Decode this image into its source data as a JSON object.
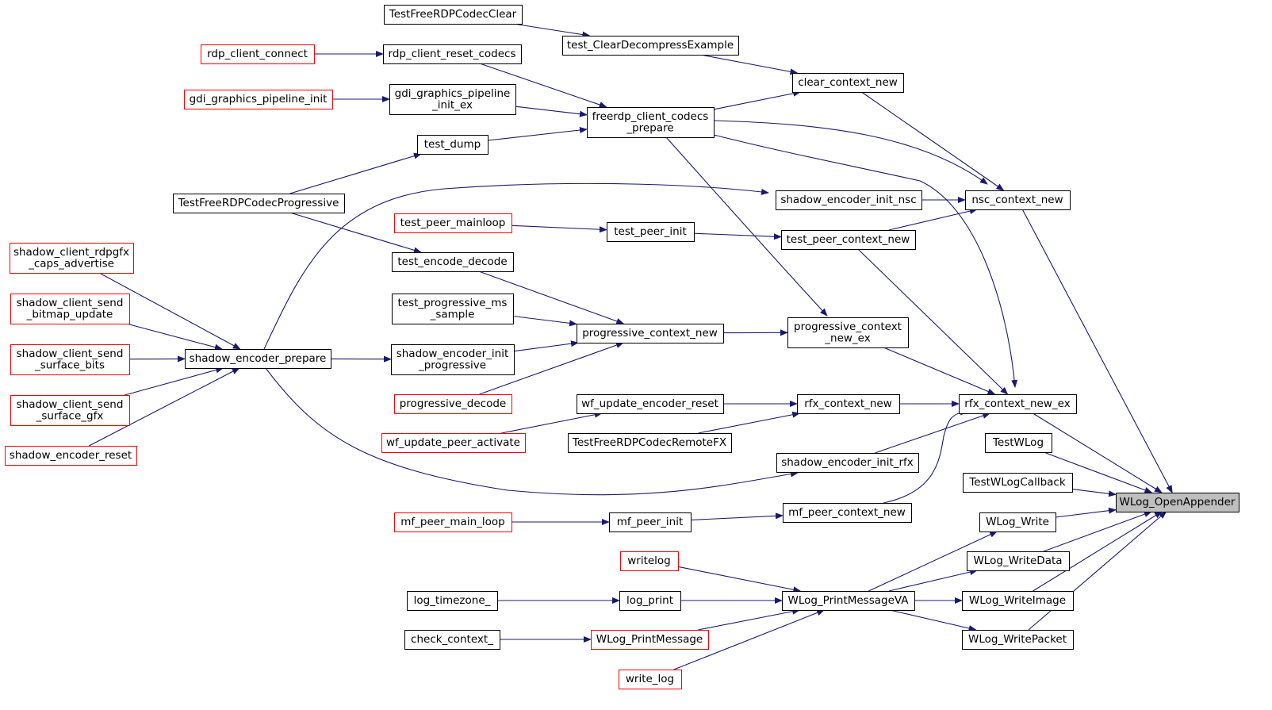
{
  "colors": {
    "edge": "#191970",
    "normal_border": "#000000",
    "red_border": "#ff0000",
    "root_fill": "#bfbfbf"
  },
  "nodes": [
    {
      "id": "n1",
      "lines": [
        "TestFreeRDPCodecClear"
      ],
      "border": "black"
    },
    {
      "id": "n2",
      "lines": [
        "test_ClearDecompressExample"
      ],
      "border": "black"
    },
    {
      "id": "n3",
      "lines": [
        "rdp_client_connect"
      ],
      "border": "red"
    },
    {
      "id": "n4",
      "lines": [
        "rdp_client_reset_codecs"
      ],
      "border": "black"
    },
    {
      "id": "n5",
      "lines": [
        "clear_context_new"
      ],
      "border": "black"
    },
    {
      "id": "n6",
      "lines": [
        "gdi_graphics_pipeline_init"
      ],
      "border": "red"
    },
    {
      "id": "n7",
      "lines": [
        "gdi_graphics_pipeline",
        "_init_ex"
      ],
      "border": "black"
    },
    {
      "id": "n8",
      "lines": [
        "freerdp_client_codecs",
        "_prepare"
      ],
      "border": "black"
    },
    {
      "id": "n9",
      "lines": [
        "test_dump"
      ],
      "border": "black"
    },
    {
      "id": "n10",
      "lines": [
        "shadow_encoder_init_nsc"
      ],
      "border": "black"
    },
    {
      "id": "n11",
      "lines": [
        "nsc_context_new"
      ],
      "border": "black"
    },
    {
      "id": "n12",
      "lines": [
        "TestFreeRDPCodecProgressive"
      ],
      "border": "black"
    },
    {
      "id": "n13",
      "lines": [
        "test_peer_mainloop"
      ],
      "border": "red"
    },
    {
      "id": "n14",
      "lines": [
        "test_peer_init"
      ],
      "border": "black"
    },
    {
      "id": "n15",
      "lines": [
        "test_peer_context_new"
      ],
      "border": "black"
    },
    {
      "id": "n16",
      "lines": [
        "shadow_client_rdpgfx",
        "_caps_advertise"
      ],
      "border": "red"
    },
    {
      "id": "n17",
      "lines": [
        "test_encode_decode"
      ],
      "border": "black"
    },
    {
      "id": "n18",
      "lines": [
        "shadow_client_send",
        "_bitmap_update"
      ],
      "border": "red"
    },
    {
      "id": "n19",
      "lines": [
        "test_progressive_ms",
        "_sample"
      ],
      "border": "black"
    },
    {
      "id": "n20",
      "lines": [
        "progressive_context",
        "_new_ex"
      ],
      "border": "black"
    },
    {
      "id": "n21",
      "lines": [
        "progressive_context_new"
      ],
      "border": "black"
    },
    {
      "id": "n22",
      "lines": [
        "shadow_client_send",
        "_surface_bits"
      ],
      "border": "red"
    },
    {
      "id": "n23",
      "lines": [
        "shadow_encoder_prepare"
      ],
      "border": "black"
    },
    {
      "id": "n24",
      "lines": [
        "shadow_encoder_init",
        "_progressive"
      ],
      "border": "black"
    },
    {
      "id": "n25",
      "lines": [
        "shadow_client_send",
        "_surface_gfx"
      ],
      "border": "red"
    },
    {
      "id": "n26",
      "lines": [
        "progressive_decode"
      ],
      "border": "red"
    },
    {
      "id": "n27",
      "lines": [
        "wf_update_encoder_reset"
      ],
      "border": "black"
    },
    {
      "id": "n28",
      "lines": [
        "rfx_context_new"
      ],
      "border": "black"
    },
    {
      "id": "n29",
      "lines": [
        "rfx_context_new_ex"
      ],
      "border": "black"
    },
    {
      "id": "n30",
      "lines": [
        "shadow_encoder_reset"
      ],
      "border": "red"
    },
    {
      "id": "n31",
      "lines": [
        "wf_update_peer_activate"
      ],
      "border": "red"
    },
    {
      "id": "n32",
      "lines": [
        "TestFreeRDPCodecRemoteFX"
      ],
      "border": "black"
    },
    {
      "id": "n33",
      "lines": [
        "TestWLog"
      ],
      "border": "black"
    },
    {
      "id": "n34",
      "lines": [
        "shadow_encoder_init_rfx"
      ],
      "border": "black"
    },
    {
      "id": "n35",
      "lines": [
        "TestWLogCallback"
      ],
      "border": "black"
    },
    {
      "id": "n36",
      "lines": [
        "WLog_OpenAppender"
      ],
      "border": "root"
    },
    {
      "id": "n37",
      "lines": [
        "mf_peer_context_new"
      ],
      "border": "black"
    },
    {
      "id": "n38",
      "lines": [
        "mf_peer_main_loop"
      ],
      "border": "red"
    },
    {
      "id": "n39",
      "lines": [
        "mf_peer_init"
      ],
      "border": "black"
    },
    {
      "id": "n40",
      "lines": [
        "WLog_Write"
      ],
      "border": "black"
    },
    {
      "id": "n41",
      "lines": [
        "writelog"
      ],
      "border": "red"
    },
    {
      "id": "n42",
      "lines": [
        "WLog_WriteData"
      ],
      "border": "black"
    },
    {
      "id": "n43",
      "lines": [
        "log_timezone_"
      ],
      "border": "black"
    },
    {
      "id": "n44",
      "lines": [
        "log_print"
      ],
      "border": "black"
    },
    {
      "id": "n45",
      "lines": [
        "WLog_PrintMessageVA"
      ],
      "border": "black"
    },
    {
      "id": "n46",
      "lines": [
        "WLog_WriteImage"
      ],
      "border": "black"
    },
    {
      "id": "n47",
      "lines": [
        "check_context_"
      ],
      "border": "black"
    },
    {
      "id": "n48",
      "lines": [
        "WLog_PrintMessage"
      ],
      "border": "red"
    },
    {
      "id": "n49",
      "lines": [
        "WLog_WritePacket"
      ],
      "border": "black"
    },
    {
      "id": "n50",
      "lines": [
        "write_log"
      ],
      "border": "red"
    }
  ],
  "edges": [
    [
      "n1",
      "n2"
    ],
    [
      "n2",
      "n5"
    ],
    [
      "n3",
      "n4"
    ],
    [
      "n4",
      "n8"
    ],
    [
      "n6",
      "n7"
    ],
    [
      "n7",
      "n8"
    ],
    [
      "n9",
      "n8"
    ],
    [
      "n8",
      "n5"
    ],
    [
      "n8",
      "n11"
    ],
    [
      "n8",
      "n29"
    ],
    [
      "n8",
      "n20"
    ],
    [
      "n5",
      "n11"
    ],
    [
      "n12",
      "n9"
    ],
    [
      "n12",
      "n17"
    ],
    [
      "n23",
      "n10"
    ],
    [
      "n10",
      "n11"
    ],
    [
      "n13",
      "n14"
    ],
    [
      "n14",
      "n15"
    ],
    [
      "n15",
      "n11"
    ],
    [
      "n15",
      "n29"
    ],
    [
      "n17",
      "n21"
    ],
    [
      "n19",
      "n21"
    ],
    [
      "n24",
      "n21"
    ],
    [
      "n26",
      "n21"
    ],
    [
      "n21",
      "n20"
    ],
    [
      "n20",
      "n29"
    ],
    [
      "n16",
      "n23"
    ],
    [
      "n18",
      "n23"
    ],
    [
      "n22",
      "n23"
    ],
    [
      "n25",
      "n23"
    ],
    [
      "n30",
      "n23"
    ],
    [
      "n23",
      "n24"
    ],
    [
      "n23",
      "n34"
    ],
    [
      "n27",
      "n28"
    ],
    [
      "n31",
      "n27"
    ],
    [
      "n32",
      "n28"
    ],
    [
      "n28",
      "n29"
    ],
    [
      "n34",
      "n29"
    ],
    [
      "n37",
      "n29"
    ],
    [
      "n38",
      "n39"
    ],
    [
      "n39",
      "n37"
    ],
    [
      "n11",
      "n36"
    ],
    [
      "n29",
      "n36"
    ],
    [
      "n33",
      "n36"
    ],
    [
      "n35",
      "n36"
    ],
    [
      "n40",
      "n36"
    ],
    [
      "n42",
      "n36"
    ],
    [
      "n46",
      "n36"
    ],
    [
      "n49",
      "n36"
    ],
    [
      "n41",
      "n45"
    ],
    [
      "n43",
      "n44"
    ],
    [
      "n44",
      "n45"
    ],
    [
      "n47",
      "n48"
    ],
    [
      "n48",
      "n45"
    ],
    [
      "n50",
      "n45"
    ],
    [
      "n45",
      "n40"
    ],
    [
      "n45",
      "n42"
    ],
    [
      "n45",
      "n46"
    ],
    [
      "n45",
      "n49"
    ]
  ]
}
